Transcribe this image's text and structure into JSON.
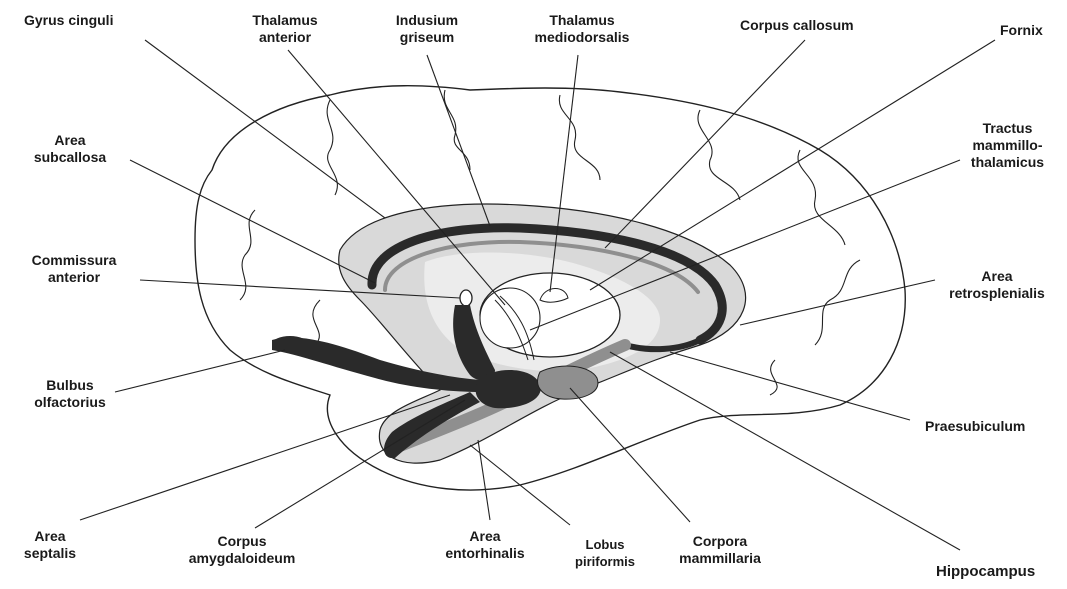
{
  "labels": {
    "gyrus_cinguli": "Gyrus cinguli",
    "thalamus_anterior": [
      "Thalamus",
      "anterior"
    ],
    "indusium_griseum": [
      "Indusium",
      "griseum"
    ],
    "thalamus_mediodorsalis": [
      "Thalamus",
      "mediodorsalis"
    ],
    "corpus_callosum": "Corpus callosum",
    "fornix": "Fornix",
    "area_subcallosa": [
      "Area",
      "subcallosa"
    ],
    "tractus_mammillothalamicus": [
      "Tractus",
      "mammillo-",
      "thalamicus"
    ],
    "commissura_anterior": [
      "Commissura",
      "anterior"
    ],
    "area_retrosplenialis": [
      "Area",
      "retrosplenialis"
    ],
    "bulbus_olfactorius": [
      "Bulbus",
      "olfactorius"
    ],
    "praesubiculum": "Praesubiculum",
    "area_septalis": [
      "Area",
      "septalis"
    ],
    "corpus_amygdaloideum": [
      "Corpus",
      "amygdaloideum"
    ],
    "area_entorhinalis": [
      "Area",
      "entorhinalis"
    ],
    "lobus_piriformis": [
      "Lobus",
      "piriformis"
    ],
    "corpora_mammillaria": [
      "Corpora",
      "mammillaria"
    ],
    "hippocampus": "Hippocampus"
  },
  "colors": {
    "outline": "#222222",
    "limbic_light": "#d9d9d9",
    "limbic_medium": "#8f8f8f",
    "limbic_dark": "#2a2a2a"
  }
}
